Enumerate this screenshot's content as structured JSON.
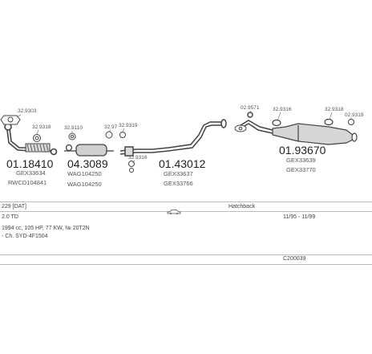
{
  "parts": {
    "p1": {
      "number": "01.18410",
      "codes": [
        "GEX33634",
        "RWCD104841"
      ]
    },
    "p2": {
      "number": "04.3089",
      "codes": [
        "WAG104250",
        "WAG104250"
      ]
    },
    "p3": {
      "number": "01.43012",
      "codes": [
        "GEX33637",
        "GEX33766"
      ]
    },
    "p4": {
      "number": "01.93670",
      "codes": [
        "GEX33639",
        "GEX33770"
      ]
    }
  },
  "small_labels": {
    "l1": "32.9303",
    "l2": "32.9318",
    "l3": "32.9110",
    "l4": "32.97",
    "l5": "32.9319",
    "l6": "32.9316",
    "l7": "02.9571",
    "l8": "32.9316",
    "l9": "32.9318",
    "l10": "02.9319"
  },
  "info": {
    "model": "229 [DAT]",
    "variant": "Hatchback",
    "engine": "2.0 TD",
    "years": "11/95 - 11/99",
    "details": "1994 cc, 105 HP, 77 KW, № 20T2N",
    "engine_code": "- Ch. SYD-4F1504",
    "catalog": "C200039"
  }
}
